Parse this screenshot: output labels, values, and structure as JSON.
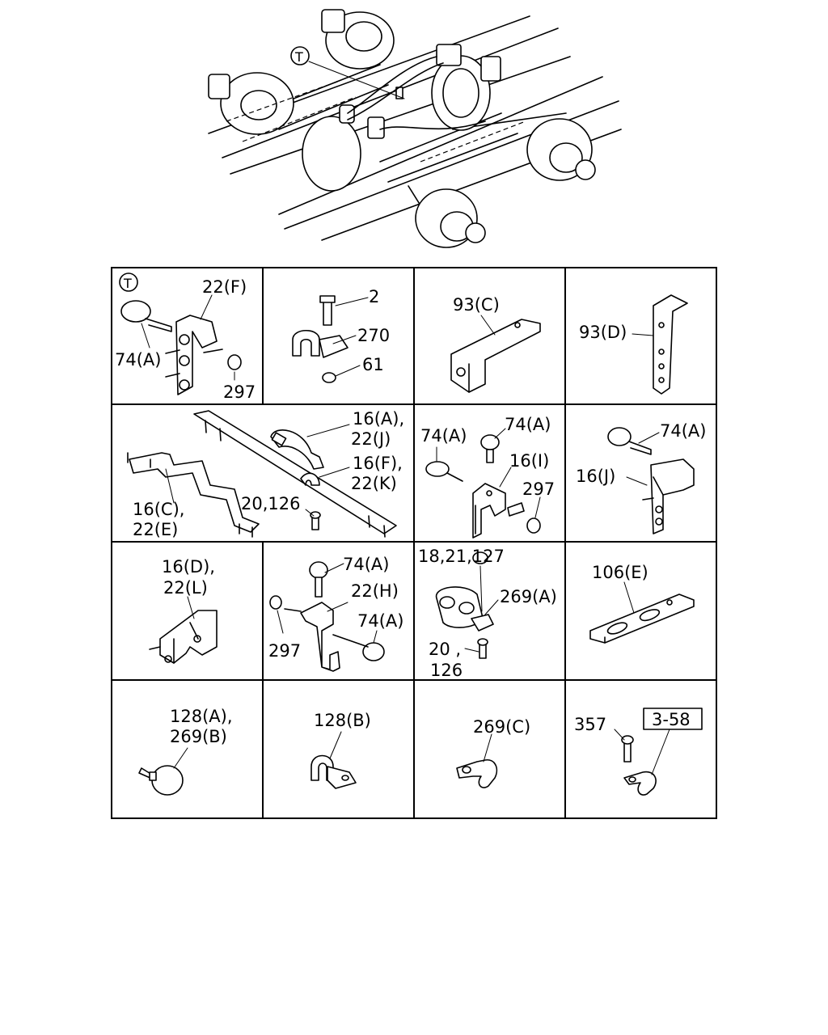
{
  "overview": {
    "marker": "T"
  },
  "cells": {
    "c1": {
      "marker": "T",
      "labels": [
        "22(F)",
        "74(A)",
        "297"
      ]
    },
    "c2": {
      "labels": [
        "2",
        "270",
        "61"
      ]
    },
    "c3": {
      "labels": [
        "93(C)"
      ]
    },
    "c4": {
      "labels": [
        "93(D)"
      ]
    },
    "c5": {
      "labels": [
        "16(A),",
        "22(J)",
        "16(F),",
        "22(K)",
        "16(C),",
        "22(E)",
        "20,126"
      ]
    },
    "c6": {
      "labels": [
        "74(A)",
        "74(A)",
        "16(I)",
        "297"
      ]
    },
    "c7": {
      "labels": [
        "74(A)",
        "16(J)"
      ]
    },
    "c8": {
      "labels": [
        "16(D),",
        "22(L)"
      ]
    },
    "c9": {
      "labels": [
        "74(A)",
        "22(H)",
        "74(A)",
        "297"
      ]
    },
    "c10": {
      "labels": [
        "18,21,127",
        "269(A)",
        "20 ,",
        "126"
      ]
    },
    "c11": {
      "labels": [
        "106(E)"
      ]
    },
    "c12": {
      "labels": [
        "128(A),",
        "269(B)"
      ]
    },
    "c13": {
      "labels": [
        "128(B)"
      ]
    },
    "c14": {
      "labels": [
        "269(C)"
      ]
    },
    "c15": {
      "labels": [
        "357",
        "3-58"
      ]
    }
  }
}
